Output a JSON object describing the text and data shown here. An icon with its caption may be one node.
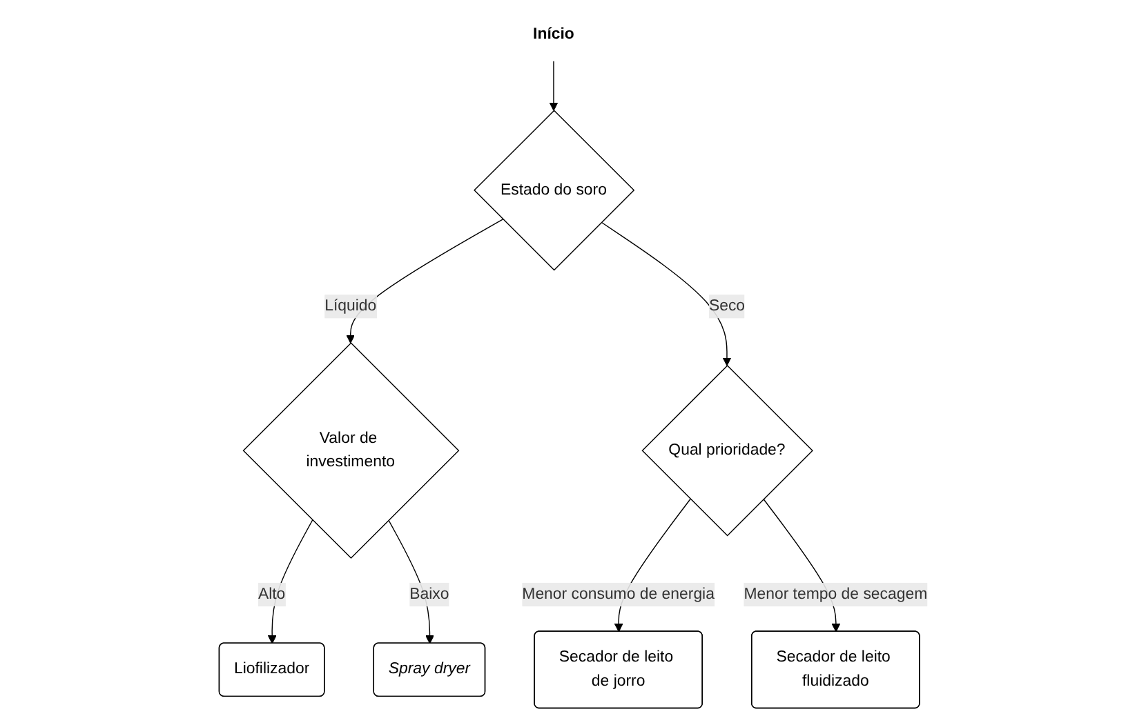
{
  "diagram": {
    "nodes": [
      {
        "text": [
          "Início"
        ]
      },
      {
        "text": [
          "Estado do soro"
        ]
      },
      {
        "text": [
          "Valor de investimento"
        ]
      },
      {
        "text": [
          "Liofilizador"
        ]
      },
      {
        "text": [
          "Spray dryer"
        ]
      },
      {
        "text": [
          "Qual prioridade?"
        ]
      },
      {
        "text": [
          "Secador de leito de jorro"
        ]
      },
      {
        "text": [
          "Secador de leito fluidizado"
        ]
      }
    ],
    "edges": [
      {
        "from": 0,
        "to": 1,
        "arrow": "to"
      },
      {
        "from": 1,
        "to": 2,
        "arrow": "to",
        "label": "Líquido"
      },
      {
        "from": 2,
        "to": 3,
        "arrow": "to",
        "label": "Alto"
      },
      {
        "from": 2,
        "to": 4,
        "arrow": "to",
        "label": "Baixo"
      },
      {
        "from": 1,
        "to": 5,
        "arrow": "to",
        "label": "Seco"
      },
      {
        "from": 5,
        "to": 6,
        "arrow": "to",
        "label": "Menor consumo de energia"
      },
      {
        "from": 5,
        "to": 7,
        "arrow": "to",
        "label": "Menor tempo de secagem"
      }
    ]
  }
}
